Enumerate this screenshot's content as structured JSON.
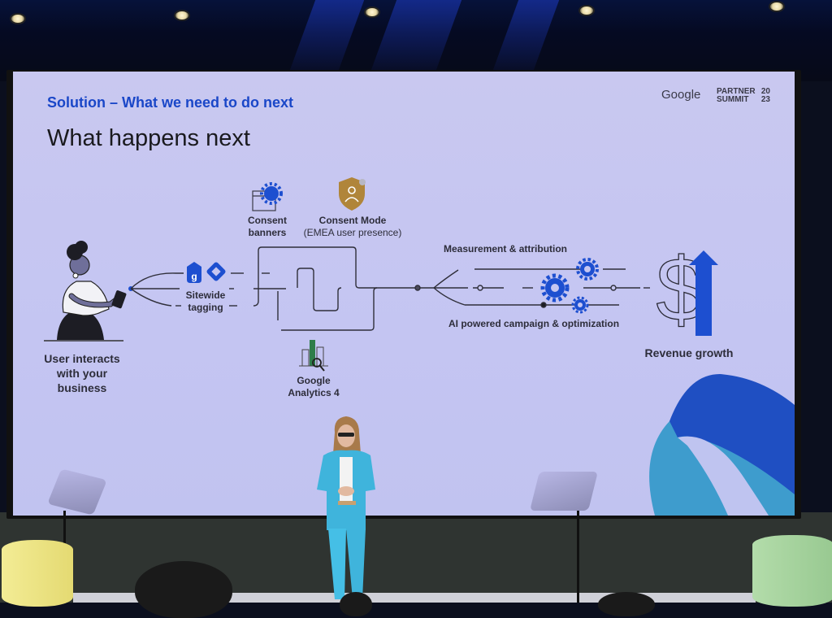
{
  "scene": {
    "description": "Speaker on stage presenting a slide at Google Partner Summit 2023",
    "colors": {
      "slide_background": "#c6c6f1",
      "kicker_blue": "#1a47c8",
      "icon_blue": "#1d4fd0",
      "shield_gold": "#b0853a",
      "analytics_green": "#2e7d4a",
      "suit_teal": "#3fb4dc",
      "pedestal_yellow": "#efe88a",
      "pedestal_green": "#a8d6a0"
    }
  },
  "slide": {
    "kicker": "Solution – What we need to do next",
    "title": "What happens next",
    "brand": {
      "google": "Google",
      "event_line1": "PARTNER",
      "event_line2": "SUMMIT",
      "year_top": "20",
      "year_bottom": "23"
    },
    "diagram": {
      "user": {
        "line1": "User interacts",
        "line2": "with your",
        "line3": "business"
      },
      "tagging": {
        "line1": "Sitewide",
        "line2": "tagging",
        "icons": [
          "google-tag-icon",
          "tag-manager-icon"
        ]
      },
      "consent_banners": {
        "line1": "Consent",
        "line2": "banners",
        "icon": "browser-gear-icon"
      },
      "consent_mode": {
        "line1": "Consent Mode",
        "line2": "(EMEA user presence)",
        "icon": "shield-user-icon"
      },
      "analytics": {
        "line1": "Google",
        "line2": "Analytics 4",
        "icon": "analytics-bars-icon"
      },
      "measurement": {
        "label": "Measurement & attribution"
      },
      "ai": {
        "label": "AI powered campaign & optimization"
      },
      "revenue": {
        "label": "Revenue growth",
        "icon": "dollar-arrow-up-icon"
      }
    }
  }
}
